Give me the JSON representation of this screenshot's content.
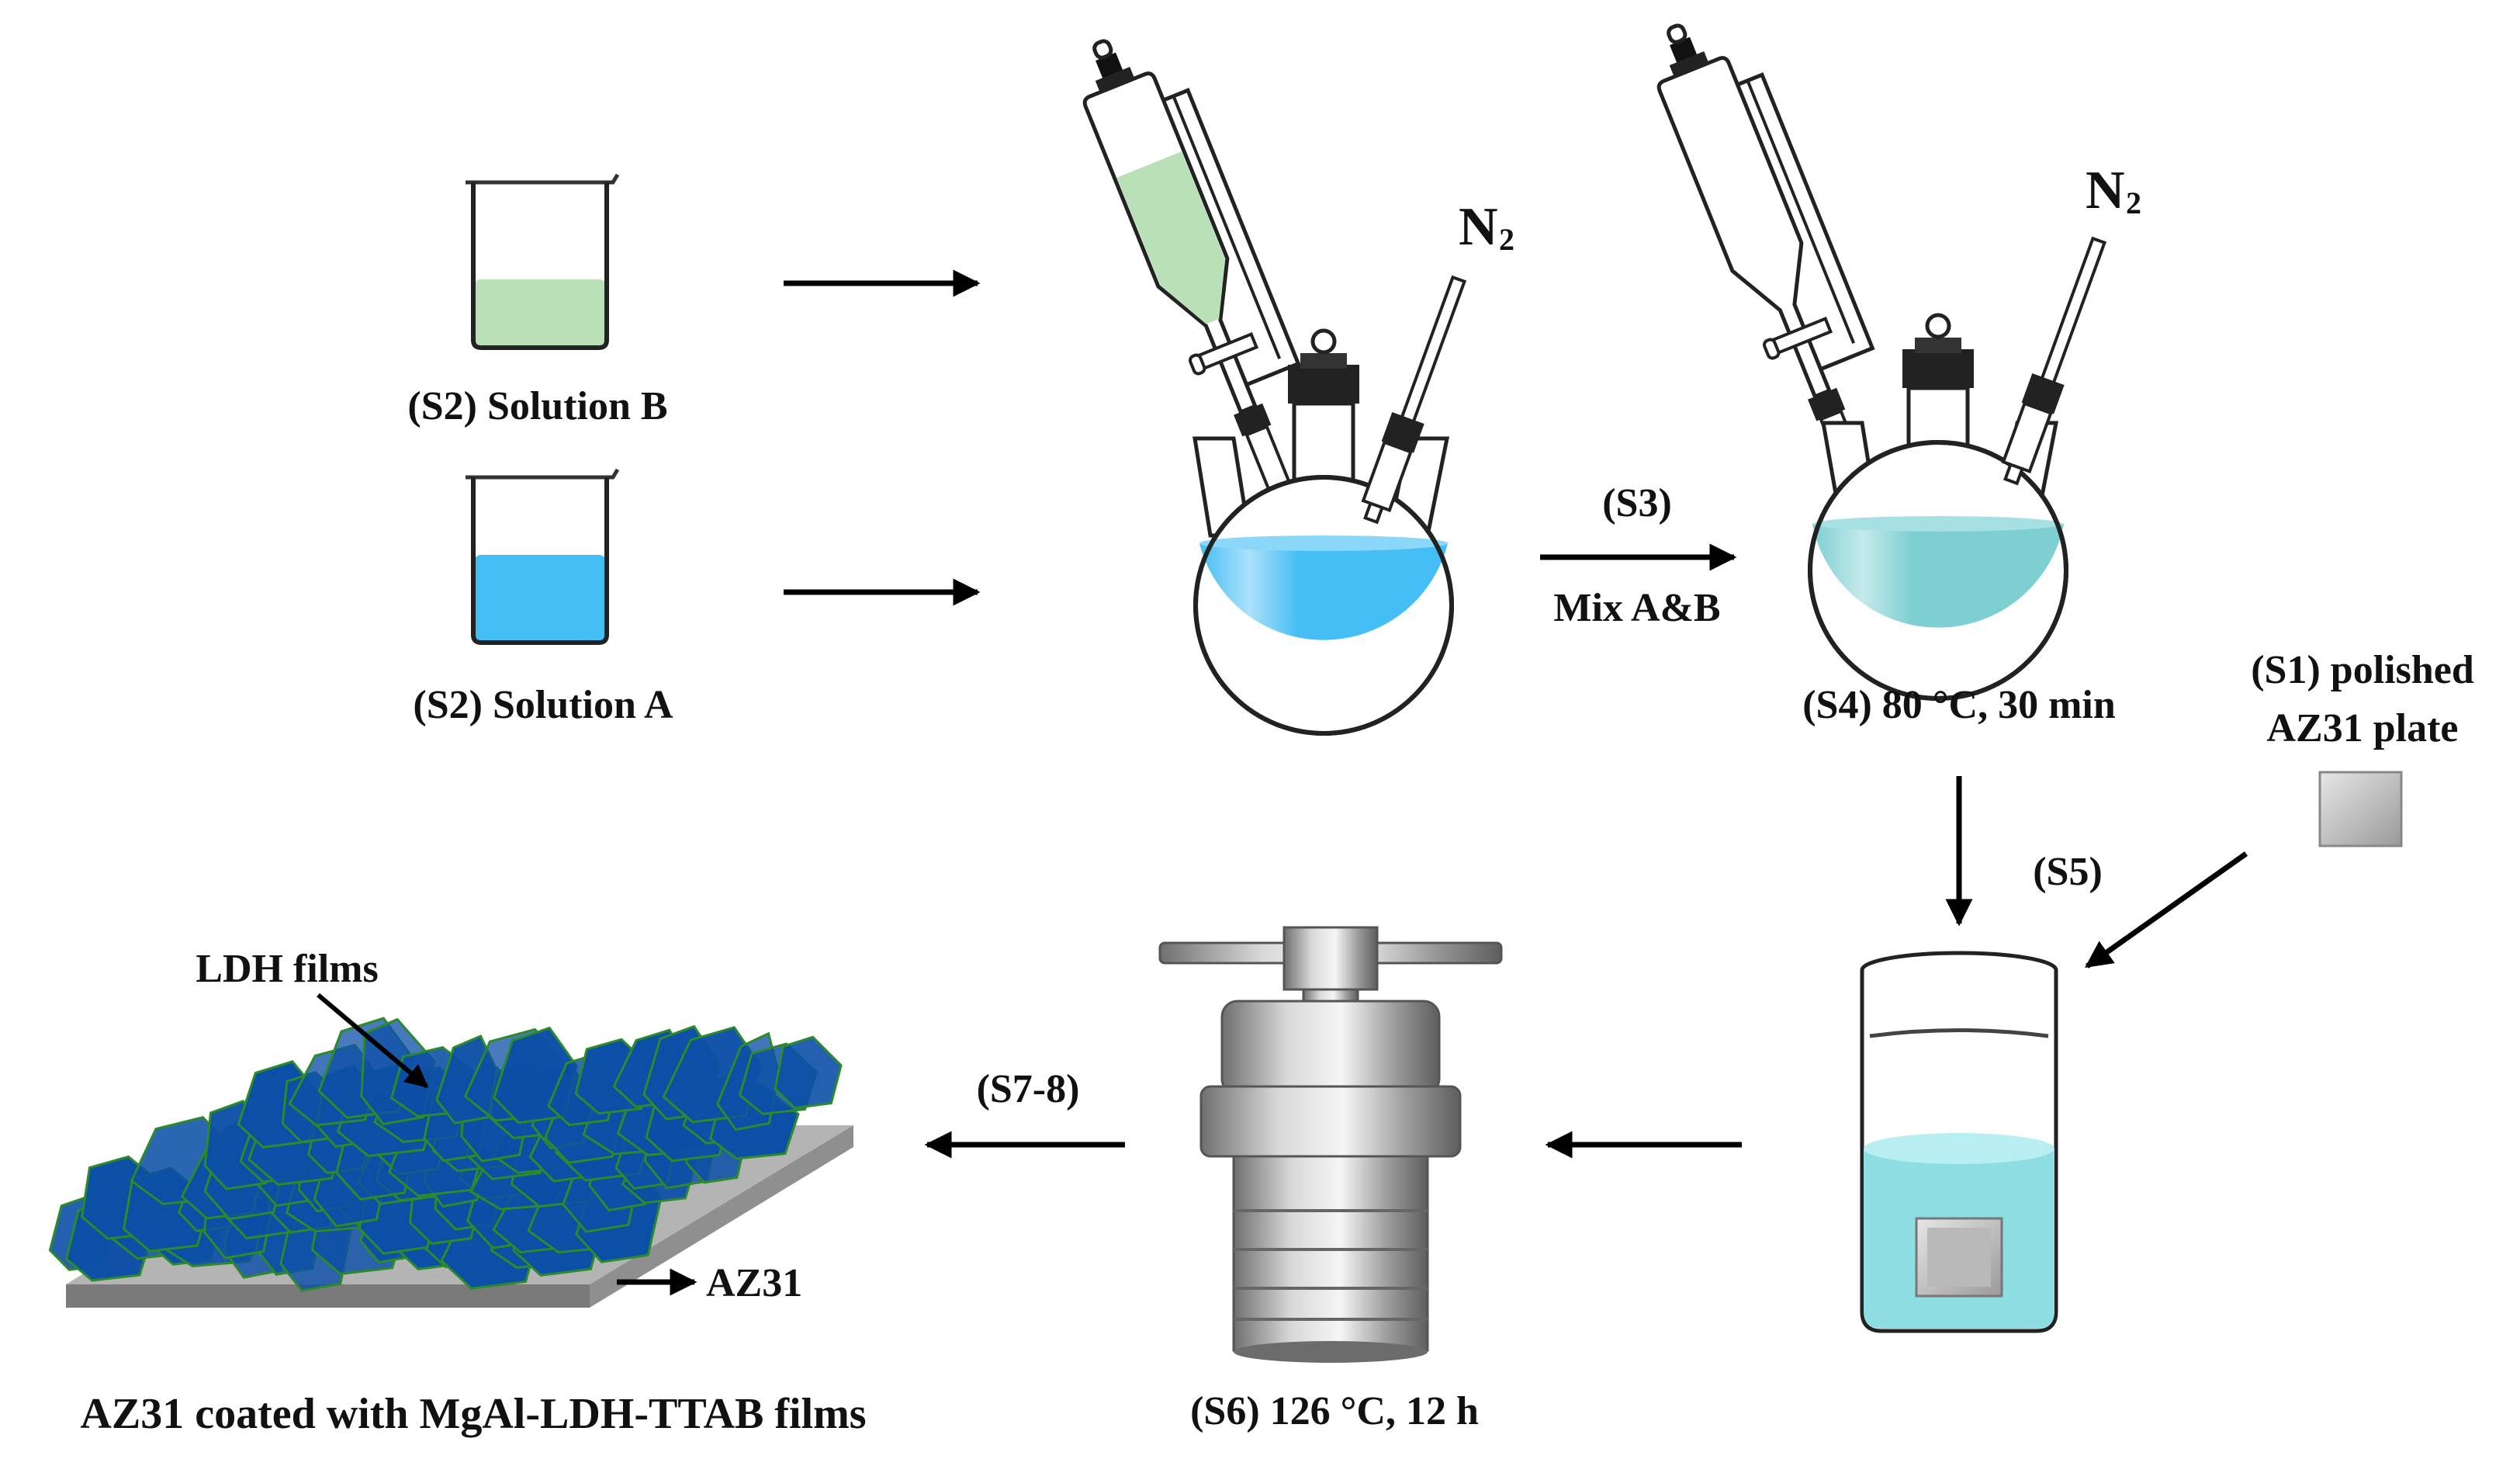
{
  "labels": {
    "solution_b": "(S2) Solution B",
    "solution_a": "(S2) Solution A",
    "n2": "N",
    "n2_sub": "2",
    "s3": "(S3)",
    "mix": "Mix A&B",
    "s4": "(S4) 80 °C, 30 min",
    "s1_line1": "(S1) polished",
    "s1_line2": "AZ31 plate",
    "s5": "(S5)",
    "s6": "(S6) 126 °C, 12 h",
    "s78": "(S7-8)",
    "ldh_films": "LDH films",
    "az31": "AZ31",
    "final": "AZ31 coated with MgAl-LDH-TTAB films"
  },
  "colors": {
    "solution_b": "#b9e0b6",
    "solution_a": "#45bdf5",
    "mixture": "#7ecfd2",
    "vial_liquid": "#8edde3",
    "ldh_flake": "#0c4fa6",
    "ldh_edge": "#2c8a2c",
    "steel": "#a9a9a9",
    "substrate": "#b4b4b4"
  }
}
